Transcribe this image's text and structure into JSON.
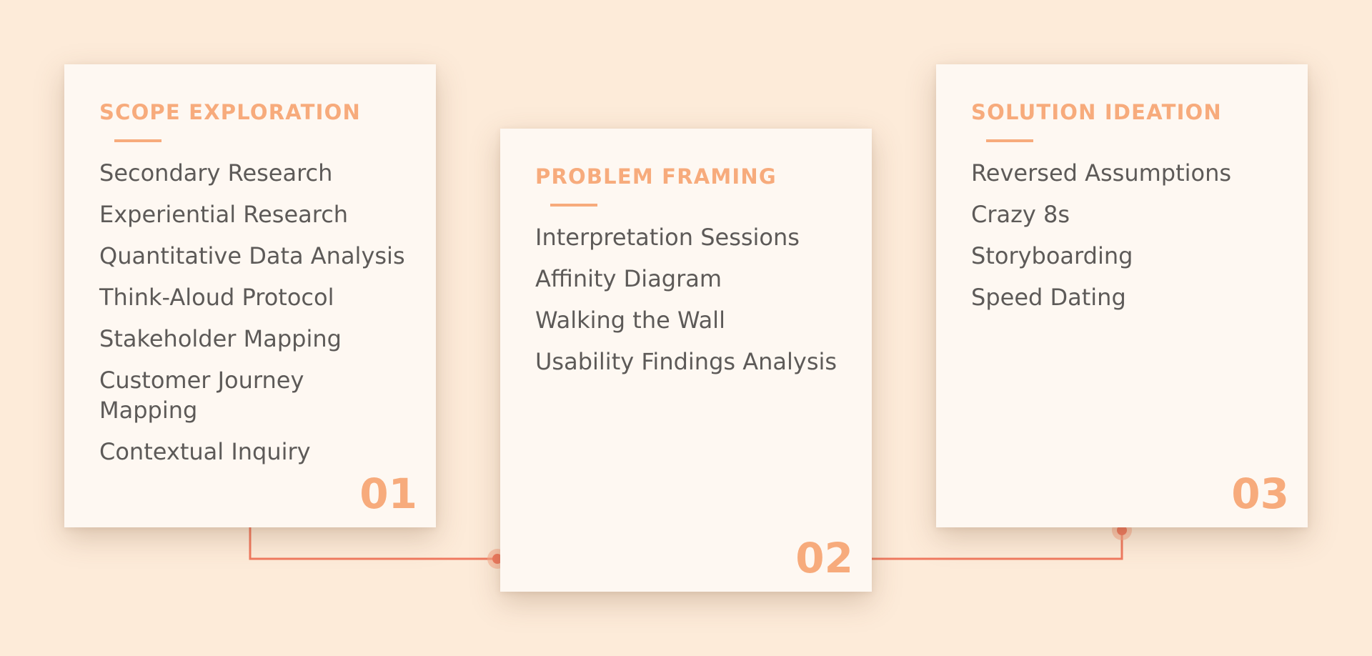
{
  "colors": {
    "background": "#fdebd9",
    "card": "#fef8f2",
    "accent": "#f7ab7c",
    "text": "#5d5a58",
    "connector": "#f07a60"
  },
  "steps": [
    {
      "number": "01",
      "title": "SCOPE EXPLORATION",
      "items": [
        "Secondary Research",
        "Experiential Research",
        "Quantitative Data Analysis",
        "Think-Aloud Protocol",
        "Stakeholder Mapping",
        "Customer Journey Mapping",
        "Contextual Inquiry"
      ]
    },
    {
      "number": "02",
      "title": "PROBLEM FRAMING",
      "items": [
        "Interpretation Sessions",
        "Affinity Diagram",
        "Walking the Wall",
        "Usability Findings Analysis"
      ]
    },
    {
      "number": "03",
      "title": "SOLUTION IDEATION",
      "items": [
        "Reversed Assumptions",
        "Crazy 8s",
        "Storyboarding",
        "Speed Dating"
      ]
    }
  ]
}
